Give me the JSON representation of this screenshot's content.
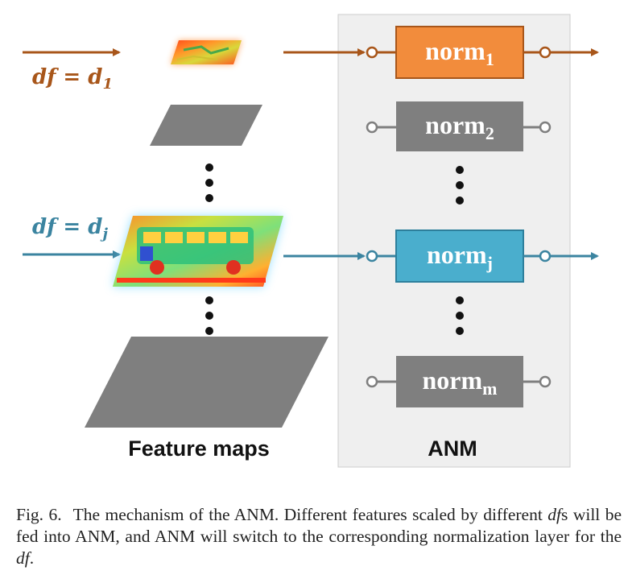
{
  "inputs": {
    "d1": {
      "lhs": "df",
      "eq": " = ",
      "rhs": "d",
      "sub": "1",
      "color": "#a8561a"
    },
    "dj": {
      "lhs": "df",
      "eq": " = ",
      "rhs": "d",
      "sub": "j",
      "color": "#3b84a0"
    }
  },
  "norm_layers": [
    {
      "base": "norm",
      "sub": "1",
      "state": "active-d1",
      "fill": "#f28c3c",
      "border": "#a8561a"
    },
    {
      "base": "norm",
      "sub": "2",
      "state": "inactive",
      "fill": "#7f7f7f"
    },
    {
      "base": "norm",
      "sub": "j",
      "state": "active-dj",
      "fill": "#4aaecd",
      "border": "#2d7f9c"
    },
    {
      "base": "norm",
      "sub": "m",
      "state": "inactive",
      "fill": "#7f7f7f"
    }
  ],
  "labels": {
    "feature_maps": "Feature maps",
    "anm": "ANM"
  },
  "caption": {
    "label": "Fig. 6.",
    "part1": "The mechanism of the ANM. Different features scaled by different ",
    "df_1": "df",
    "part2": "s will be fed into ANM, and ANM will switch to the corresponding normalization layer for the ",
    "df_2": "df",
    "part3": "."
  },
  "colors": {
    "anm_panel": "#efefef",
    "anm_panel_border": "#cccccc",
    "inactive_gray": "#7f7f7f",
    "dots": "#111111"
  }
}
